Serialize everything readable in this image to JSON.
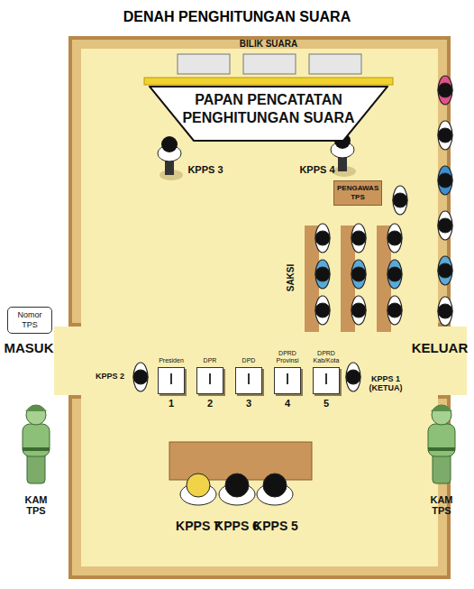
{
  "diagram": {
    "title": "DENAH PENGHITUNGAN SUARA",
    "nodes": [
      {
        "text": [
          "PAPAN PENCATATAN PENGHITUNGAN SUARA"
        ]
      },
      {
        "text": [
          "PENGAWAS TPS"
        ]
      },
      {
        "text": [
          "Nomor TPS"
        ]
      },
      {
        "text": [
          "Presiden",
          "1"
        ]
      },
      {
        "text": [
          "DPR",
          "2"
        ]
      },
      {
        "text": [
          "DPD",
          "3"
        ]
      },
      {
        "text": [
          "DPRD Provinsi",
          "4"
        ]
      },
      {
        "text": [
          "DPRD Kab/Kota",
          "5"
        ]
      }
    ],
    "labels": [
      "BILIK SUARA",
      "KPPS 3",
      "KPPS 4",
      "SAKSI",
      "MASUK",
      "KELUAR",
      "KPPS 2",
      "KPPS 1 (KETUA)",
      "KAM TPS",
      "KAM TPS",
      "KPPS 7",
      "KPPS 6",
      "KPPS 5"
    ]
  }
}
